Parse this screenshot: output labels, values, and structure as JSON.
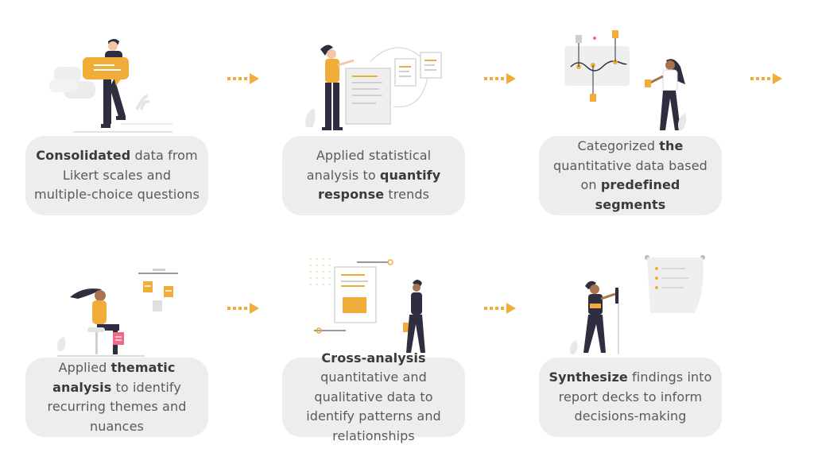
{
  "steps": [
    {
      "id": "consolidate",
      "parts": [
        {
          "t": "Consolidated",
          "b": true
        },
        {
          "t": " data from Likert scales and multiple-choice questions",
          "b": false
        }
      ]
    },
    {
      "id": "statistical",
      "parts": [
        {
          "t": "Applied statistical analysis to ",
          "b": false
        },
        {
          "t": "quantify response",
          "b": true
        },
        {
          "t": " trends",
          "b": false
        }
      ]
    },
    {
      "id": "categorize",
      "parts": [
        {
          "t": "Categorized ",
          "b": false
        },
        {
          "t": "the",
          "b": true
        },
        {
          "t": " quantitative data based on ",
          "b": false
        },
        {
          "t": "predefined segments",
          "b": true
        }
      ]
    },
    {
      "id": "thematic",
      "parts": [
        {
          "t": "Applied ",
          "b": false
        },
        {
          "t": "thematic analysis",
          "b": true
        },
        {
          "t": " to identify recurring themes and nuances",
          "b": false
        }
      ]
    },
    {
      "id": "cross-analysis",
      "parts": [
        {
          "t": "Cross-analysis",
          "b": true
        },
        {
          "t": " quantitative and qualitative data to identify patterns and relationships",
          "b": false
        }
      ]
    },
    {
      "id": "synthesize",
      "parts": [
        {
          "t": "Synthesize",
          "b": true
        },
        {
          "t": " findings into report decks to inform decisions-making",
          "b": false
        }
      ]
    }
  ],
  "colors": {
    "accent": "#f0ad3a",
    "card": "#ededed",
    "text": "#5a5a5a",
    "figure": "#2f2e41",
    "pink": "#f06a8a"
  },
  "icons": [
    "arrow-right-icon"
  ]
}
